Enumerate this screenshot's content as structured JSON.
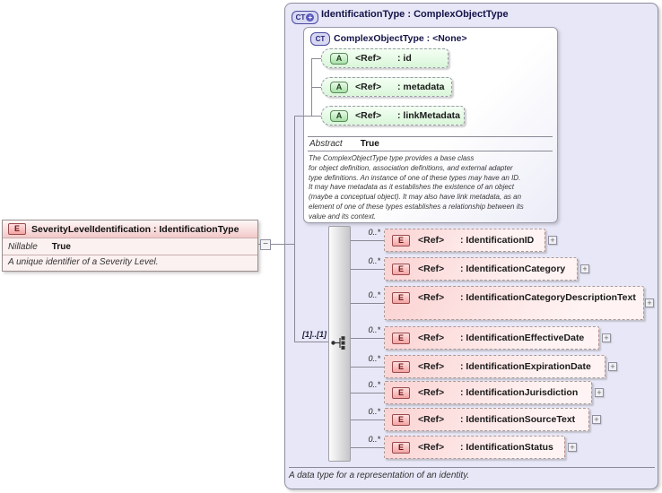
{
  "ui": {
    "ct_label": "CT",
    "a_label": "A",
    "e_label": "E",
    "expand_glyph": "+",
    "collapse_glyph": "−"
  },
  "colors": {
    "outer_background": "#e7e7f7",
    "element_pink": "#f2a4a4",
    "attribute_green": "#a8e0a8",
    "icon_blue": "#4a4aa0",
    "connector_gray": "#8a8a96"
  },
  "left_element": {
    "title": "SeverityLevelIdentification : IdentificationType",
    "facet_name": "Nillable",
    "facet_value": "True",
    "description": "A unique identifier of a Severity Level."
  },
  "type_box": {
    "title": "IdentificationType : ComplexObjectType",
    "annotation": "A data type for a representation of an identity."
  },
  "base_type_box": {
    "title": "ComplexObjectType : <None>",
    "facet_name": "Abstract",
    "facet_value": "True",
    "description": "The ComplexObjectType type provides a base class\nfor object definition, association definitions, and external adapter\ntype definitions. An instance of one of these types may have an ID.\nIt may have metadata as it establishes the existence of an object\n(maybe a conceptual object). It may also have link metadata, as an\nelement of one of these types establishes a relationship between its\nvalue and its context.",
    "attributes": [
      {
        "ref": "<Ref>",
        "name": ": id"
      },
      {
        "ref": "<Ref>",
        "name": ": metadata"
      },
      {
        "ref": "<Ref>",
        "name": ": linkMetadata"
      }
    ]
  },
  "sequence": {
    "cardinality_label": "[1]..[1]"
  },
  "elements": [
    {
      "cardinality": "0..*",
      "ref": "<Ref>",
      "name": ": IdentificationID"
    },
    {
      "cardinality": "0..*",
      "ref": "<Ref>",
      "name": ": IdentificationCategory"
    },
    {
      "cardinality": "0..*",
      "ref": "<Ref>",
      "name": ": IdentificationCategoryDescriptionText"
    },
    {
      "cardinality": "0..*",
      "ref": "<Ref>",
      "name": ": IdentificationEffectiveDate"
    },
    {
      "cardinality": "0..*",
      "ref": "<Ref>",
      "name": ": IdentificationExpirationDate"
    },
    {
      "cardinality": "0..*",
      "ref": "<Ref>",
      "name": ": IdentificationJurisdiction"
    },
    {
      "cardinality": "0..*",
      "ref": "<Ref>",
      "name": ": IdentificationSourceText"
    },
    {
      "cardinality": "0..*",
      "ref": "<Ref>",
      "name": ": IdentificationStatus"
    }
  ]
}
